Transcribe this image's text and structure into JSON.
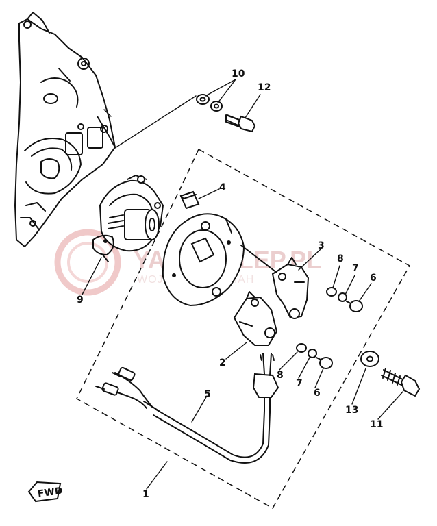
{
  "callouts": [
    {
      "id": "1",
      "label": "1"
    },
    {
      "id": "2",
      "label": "2"
    },
    {
      "id": "3",
      "label": "3"
    },
    {
      "id": "4",
      "label": "4"
    },
    {
      "id": "5",
      "label": "5"
    },
    {
      "id": "6a",
      "label": "6"
    },
    {
      "id": "6b",
      "label": "6"
    },
    {
      "id": "7a",
      "label": "7"
    },
    {
      "id": "7b",
      "label": "7"
    },
    {
      "id": "8a",
      "label": "8"
    },
    {
      "id": "8b",
      "label": "8"
    },
    {
      "id": "9",
      "label": "9"
    },
    {
      "id": "10",
      "label": "10"
    },
    {
      "id": "11",
      "label": "11"
    },
    {
      "id": "12",
      "label": "12"
    },
    {
      "id": "13",
      "label": "13"
    }
  ],
  "fwd_label": "FWD",
  "watermark": {
    "brand": "YAMASKLEP.PL",
    "sub": "WOJ... CZ ... YAMAH"
  },
  "colors": {
    "line": "#111111",
    "background": "#ffffff",
    "watermark": "#e9c9c9"
  }
}
